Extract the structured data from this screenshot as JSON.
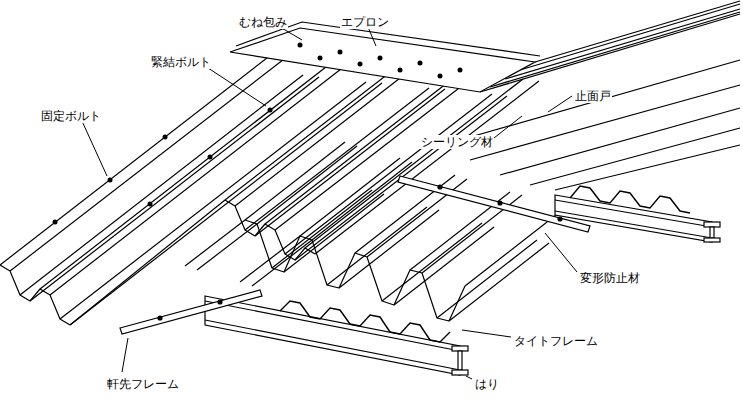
{
  "diagram": {
    "labels": [
      "むね包み",
      "エプロン",
      "緊結ボルト",
      "固定ボルト",
      "止面戸",
      "シーリング材",
      "変形防止材",
      "タイトフレーム",
      "軒先フレーム",
      "はり"
    ]
  }
}
